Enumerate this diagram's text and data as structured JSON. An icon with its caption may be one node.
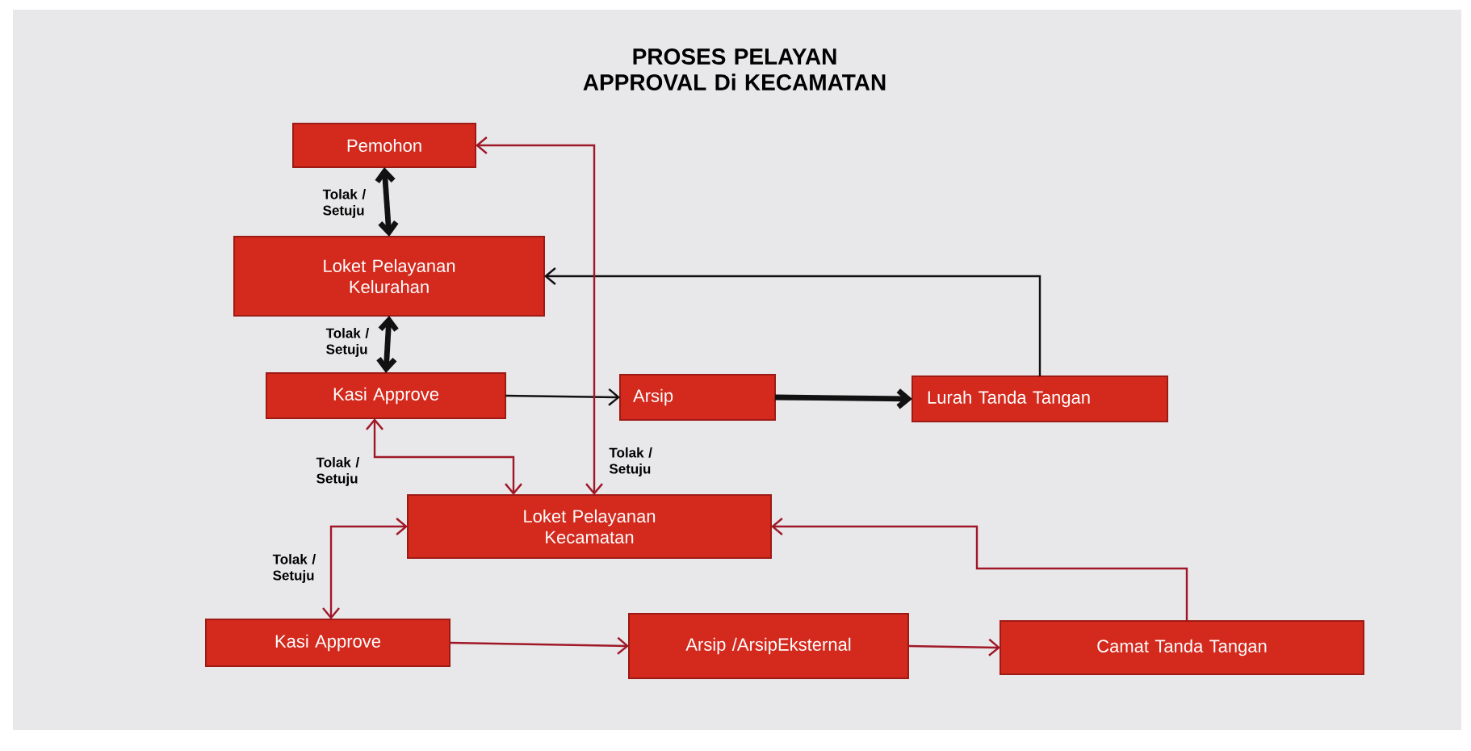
{
  "diagram": {
    "title": "PROSES PELAYAN APPROVAL Di KECAMATAN",
    "nodes": [
      {
        "text": [
          "Pemohon"
        ]
      },
      {
        "text": [
          "Loket Pelayanan Kelurahan"
        ]
      },
      {
        "text": [
          "Kasi Approve"
        ]
      },
      {
        "text": [
          "Arsip"
        ]
      },
      {
        "text": [
          "Lurah Tanda Tangan"
        ]
      },
      {
        "text": [
          "Loket Pelayanan Kecamatan"
        ]
      },
      {
        "text": [
          "Kasi Approve"
        ]
      },
      {
        "text": [
          "Arsip /ArsipEksternal"
        ]
      },
      {
        "text": [
          "Camat Tanda Tangan"
        ]
      }
    ],
    "edges": [
      {
        "from": 0,
        "to": 1,
        "arrow": "both",
        "label": "Tolak / Setuju",
        "style": "thick",
        "color": "#111111"
      },
      {
        "from": 1,
        "to": 2,
        "arrow": "both",
        "label": "Tolak / Setuju",
        "style": "thick",
        "color": "#111111"
      },
      {
        "from": 2,
        "to": 3,
        "arrow": "to",
        "color": "#111111"
      },
      {
        "from": 3,
        "to": 4,
        "arrow": "to",
        "style": "thick",
        "color": "#111111"
      },
      {
        "from": 4,
        "to": 1,
        "arrow": "to",
        "color": "#111111"
      },
      {
        "from": 2,
        "to": 5,
        "arrow": "both",
        "label": "Tolak / Setuju"
      },
      {
        "from": 5,
        "to": 0,
        "arrow": "both",
        "label": "Tolak / Setuju"
      },
      {
        "from": 5,
        "to": 6,
        "arrow": "both",
        "label": "Tolak / Setuju"
      },
      {
        "from": 6,
        "to": 7,
        "arrow": "to"
      },
      {
        "from": 7,
        "to": 8,
        "arrow": "to"
      },
      {
        "from": 8,
        "to": 5,
        "arrow": "to"
      }
    ]
  }
}
